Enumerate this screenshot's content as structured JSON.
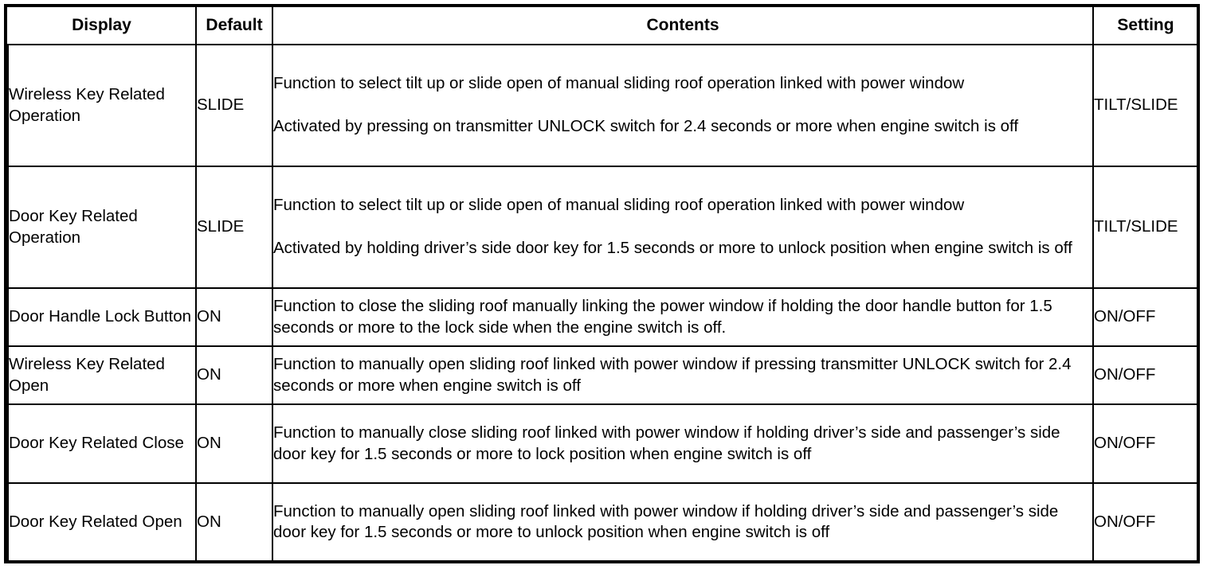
{
  "table": {
    "columns": [
      {
        "key": "display",
        "label": "Display"
      },
      {
        "key": "default",
        "label": "Default"
      },
      {
        "key": "contents",
        "label": "Contents"
      },
      {
        "key": "setting",
        "label": "Setting"
      }
    ],
    "rows": [
      {
        "display": "Wireless Key Related Operation",
        "default": "SLIDE",
        "contents_paragraphs": [
          "Function to select tilt up or slide open of manual sliding roof operation linked with power window",
          "Activated by pressing on transmitter UNLOCK switch for 2.4 seconds or more when engine switch is off"
        ],
        "setting": "TILT/SLIDE"
      },
      {
        "display": "Door Key Related Operation",
        "default": "SLIDE",
        "contents_paragraphs": [
          "Function to select tilt up or slide open of manual sliding roof operation linked with power window",
          "Activated by holding driver’s side door key for 1.5 seconds or more to unlock position when engine switch is off"
        ],
        "setting": "TILT/SLIDE"
      },
      {
        "display": "Door Handle Lock Button",
        "default": "ON",
        "contents_paragraphs": [
          "Function to close the sliding roof manually linking the power window if holding the door handle button for 1.5 seconds or more to the lock side when the engine switch is off."
        ],
        "setting": "ON/OFF"
      },
      {
        "display": "Wireless Key Related Open",
        "default": "ON",
        "contents_paragraphs": [
          "Function to manually open sliding roof linked with power window if pressing transmitter UNLOCK switch for 2.4 seconds or more when engine switch is off"
        ],
        "setting": "ON/OFF"
      },
      {
        "display": "Door Key Related Close",
        "default": "ON",
        "contents_paragraphs": [
          "Function to manually close sliding roof linked with power window if holding driver’s side and passenger’s side door key for 1.5 seconds or more to lock position when engine switch is off"
        ],
        "setting": "ON/OFF"
      },
      {
        "display": "Door Key Related Open",
        "default": "ON",
        "contents_paragraphs": [
          "Function to manually open sliding roof linked with power window if holding driver’s side and passenger’s side door key for 1.5 seconds or more to unlock position when engine switch is off"
        ],
        "setting": "ON/OFF"
      }
    ]
  },
  "colors": {
    "border": "#000000",
    "text": "#000000",
    "background": "#ffffff"
  }
}
